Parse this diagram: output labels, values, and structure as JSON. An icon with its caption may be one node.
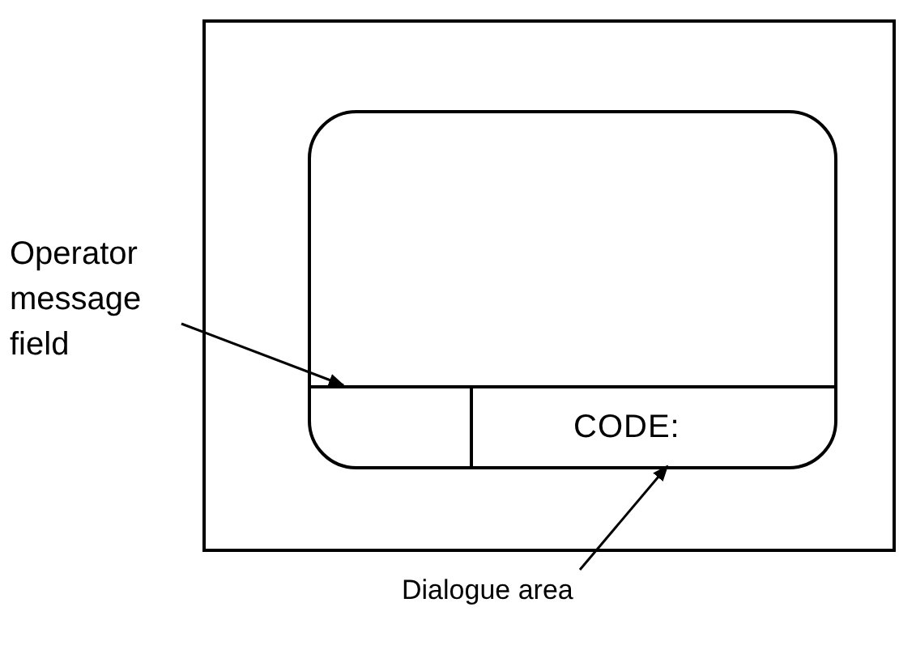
{
  "diagram": {
    "nodes": [
      {
        "text": [],
        "shape": "box"
      },
      {
        "text": [],
        "shape": "box",
        "in": 0
      },
      {
        "text": [],
        "shape": "box",
        "in": 1
      },
      {
        "text": [
          "CODE:"
        ],
        "in": 1
      },
      {
        "text": [
          "Operator message field"
        ]
      },
      {
        "text": [
          "Dialogue area"
        ]
      }
    ],
    "edges": [
      {
        "from": 4,
        "to": 2,
        "arrow": "to"
      },
      {
        "from": 5,
        "to": 3,
        "arrow": "to"
      }
    ]
  }
}
